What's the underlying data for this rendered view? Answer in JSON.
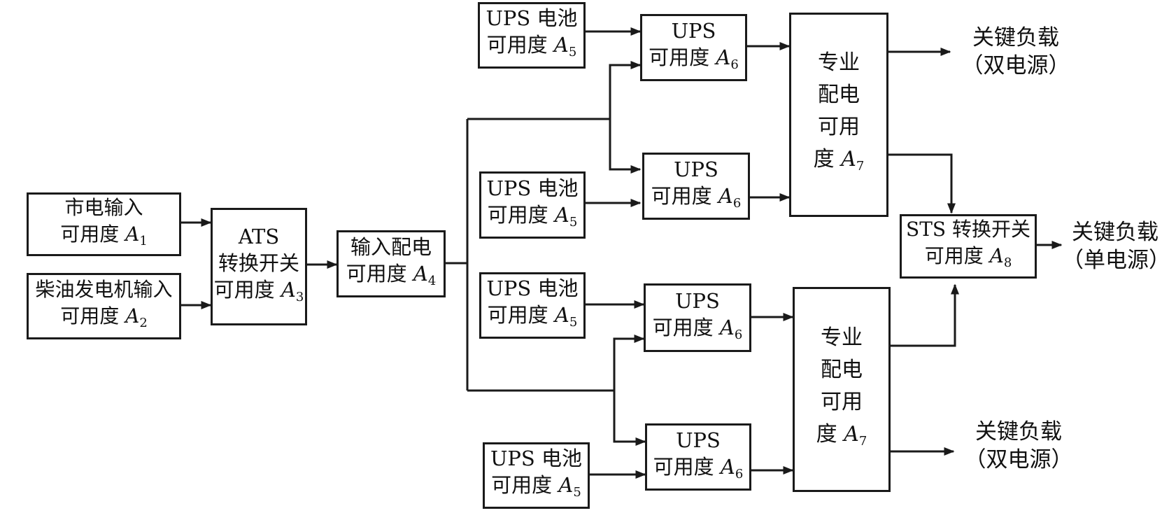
{
  "blocks": {
    "b1": {
      "l1": "市电输入",
      "pre": "可用度",
      "var": "A",
      "sub": "1"
    },
    "b2": {
      "l1": "柴油发电机输入",
      "pre": "可用度",
      "var": "A",
      "sub": "2"
    },
    "b3": {
      "l1": "ATS",
      "l2": "转换开关",
      "pre": "可用度",
      "var": "A",
      "sub": "3"
    },
    "b4": {
      "l1": "输入配电",
      "pre": "可用度",
      "var": "A",
      "sub": "4"
    },
    "bat1": {
      "l1": "UPS 电池",
      "pre": "可用度",
      "var": "A",
      "sub": "5"
    },
    "bat2": {
      "l1": "UPS 电池",
      "pre": "可用度",
      "var": "A",
      "sub": "5"
    },
    "bat3": {
      "l1": "UPS 电池",
      "pre": "可用度",
      "var": "A",
      "sub": "5"
    },
    "bat4": {
      "l1": "UPS 电池",
      "pre": "可用度",
      "var": "A",
      "sub": "5"
    },
    "ups1": {
      "l1": "UPS",
      "pre": "可用度",
      "var": "A",
      "sub": "6"
    },
    "ups2": {
      "l1": "UPS",
      "pre": "可用度",
      "var": "A",
      "sub": "6"
    },
    "ups3": {
      "l1": "UPS",
      "pre": "可用度",
      "var": "A",
      "sub": "6"
    },
    "ups4": {
      "l1": "UPS",
      "pre": "可用度",
      "var": "A",
      "sub": "6"
    },
    "pd1": {
      "l1": "专业",
      "l2": "配电",
      "l3": "可用",
      "pre": "度",
      "var": "A",
      "sub": "7"
    },
    "pd2": {
      "l1": "专业",
      "l2": "配电",
      "l3": "可用",
      "pre": "度",
      "var": "A",
      "sub": "7"
    },
    "sts": {
      "l1": "STS 转换开关",
      "pre": "可用度",
      "var": "A",
      "sub": "8"
    }
  },
  "outputs": {
    "top": {
      "l1": "关键负载",
      "l2": "（双电源）"
    },
    "middle": {
      "l1": "关键负载",
      "l2": "（单电源）"
    },
    "bottom": {
      "l1": "关键负载",
      "l2": "（双电源）"
    }
  }
}
